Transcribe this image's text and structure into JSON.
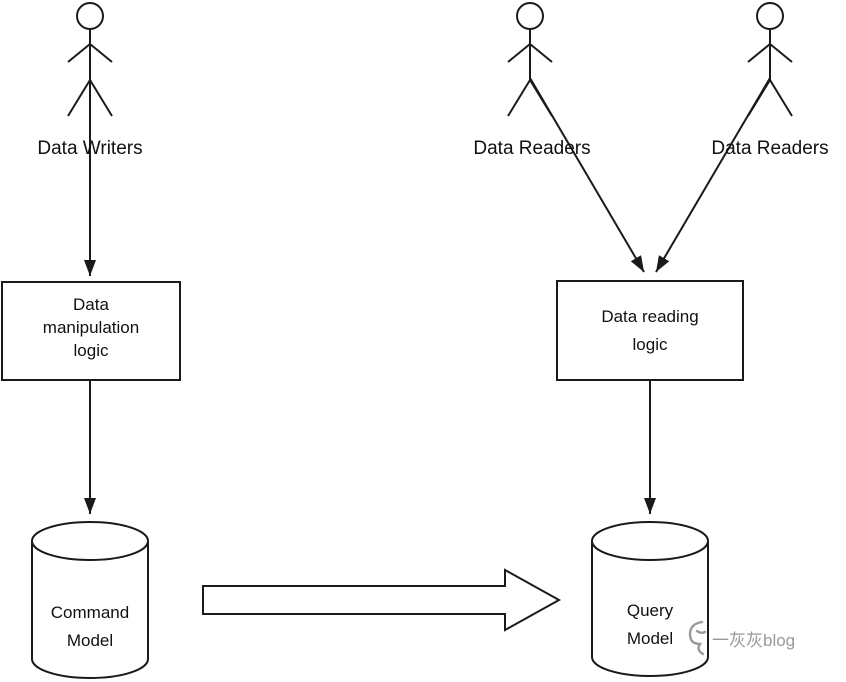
{
  "diagram": {
    "actors": {
      "writer": {
        "label": "Data Writers"
      },
      "reader1": {
        "label": "Data Readers"
      },
      "reader2": {
        "label": "Data Readers"
      }
    },
    "manipulation_box": {
      "line1": "Data",
      "line2": "manipulation",
      "line3": "logic"
    },
    "reading_box": {
      "line1": "Data reading",
      "line2": "logic"
    },
    "command_model": {
      "line1": "Command",
      "line2": "Model"
    },
    "query_model": {
      "line1": "Query",
      "line2": "Model"
    },
    "watermark": {
      "text": "一灰灰blog"
    }
  },
  "colors": {
    "background": "#ffffff",
    "stroke": "#1a1a1a",
    "watermark": "#9a9a9a"
  }
}
